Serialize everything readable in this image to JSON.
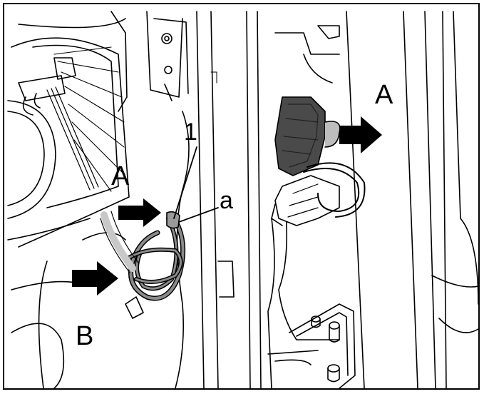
{
  "labels": {
    "left_a": "A",
    "right_a": "A",
    "item_1": "1",
    "item_a": "a",
    "item_b": "B"
  },
  "colors": {
    "line": "#000000",
    "background": "#ffffff",
    "harness_gray": "#8a8a8a",
    "connector_gray": "#4a4a4a",
    "clip_light": "#c8c8c8"
  },
  "icons": [
    "arrow-right-icon"
  ]
}
